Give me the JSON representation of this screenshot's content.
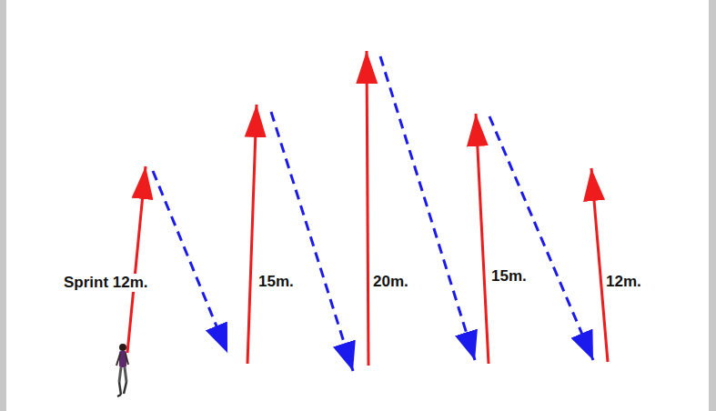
{
  "diagram": {
    "labels": [
      "Sprint 12m.",
      "15m.",
      "20m.",
      "15m.",
      "12m."
    ]
  }
}
